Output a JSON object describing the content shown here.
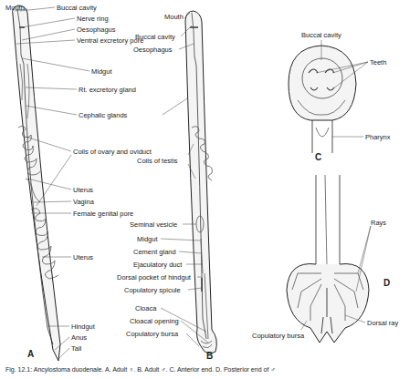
{
  "diagram": {
    "caption": "Fig. 12.1: Ancylostoma duodenale. A. Adult ♀. B. Adult ♂. C. Anterior end. D. Posterior end of ♂",
    "labels": [
      "Mouth",
      "Buccal cavity",
      "Nerve ring",
      "Oesophagus",
      "Ventral excretory pore",
      "Midgut",
      "Rt. excretory gland",
      "Cephalic glands",
      "Coils of ovary and oviduct",
      "Uterus",
      "Vagina",
      "Female genital pore",
      "Uterus",
      "Hindgut",
      "Anus",
      "Tail",
      "A",
      "Mouth",
      "Buccal cavity",
      "Oesophagus",
      "Coils of testis",
      "Seminal vesicle",
      "Midgut",
      "Cement gland",
      "Ejaculatory duct",
      "Dorsal pocket of hindgut",
      "Copulatory spicule",
      "Cloaca",
      "Cloacal opening",
      "Copulatory bursa",
      "B",
      "Buccal cavity",
      "Teeth",
      "Pharynx",
      "C",
      "Rays",
      "D",
      "Dorsal ray",
      "Copulatory bursa"
    ]
  }
}
